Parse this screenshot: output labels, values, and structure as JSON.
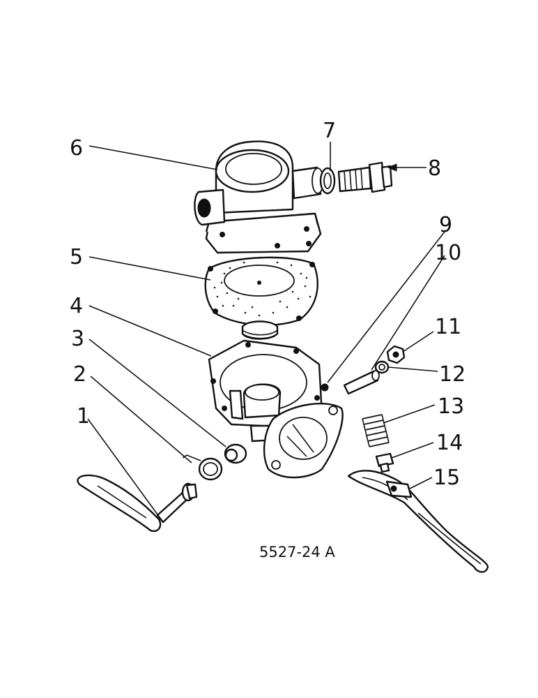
{
  "diagram": {
    "reference_code": "5527-24 A",
    "callouts": [
      {
        "id": "1",
        "text": "1"
      },
      {
        "id": "2",
        "text": "2"
      },
      {
        "id": "3",
        "text": "3"
      },
      {
        "id": "4",
        "text": "4"
      },
      {
        "id": "5",
        "text": "5"
      },
      {
        "id": "6",
        "text": "6"
      },
      {
        "id": "7",
        "text": "7"
      },
      {
        "id": "8",
        "text": "8"
      },
      {
        "id": "9",
        "text": "9"
      },
      {
        "id": "10",
        "text": "10"
      },
      {
        "id": "11",
        "text": "11"
      },
      {
        "id": "12",
        "text": "12"
      },
      {
        "id": "13",
        "text": "13"
      },
      {
        "id": "14",
        "text": "14"
      },
      {
        "id": "15",
        "text": "15"
      }
    ]
  }
}
